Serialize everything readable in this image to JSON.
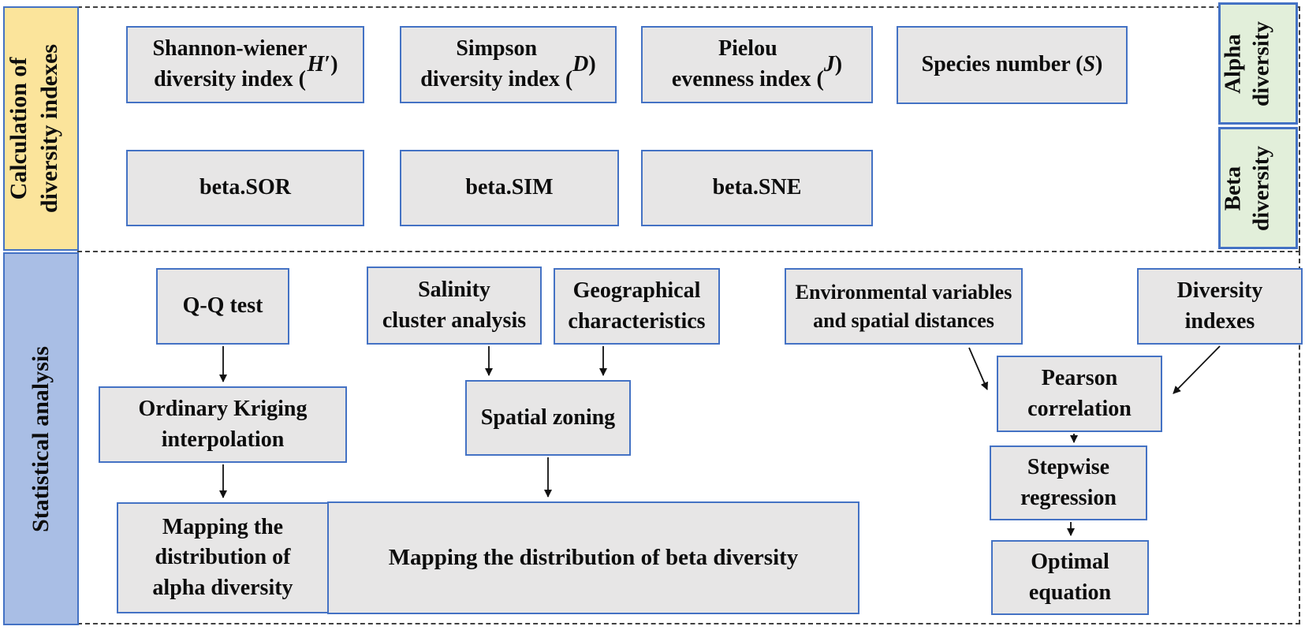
{
  "palette": {
    "box_fill": "#E7E6E6",
    "box_border": "#4472C4",
    "yellow": "#FBE49B",
    "blue": "#A9BEE5",
    "green": "#E2EFDA",
    "dash": "#404040",
    "arrow": "#111111",
    "text": "#0d0d0d"
  },
  "left_panel": {
    "calculation_label": "Calculation of\ndiversity indexes",
    "statistical_label": "Statistical analysis"
  },
  "right_panel": {
    "alpha_label": "Alpha\ndiversity",
    "beta_label": "Beta\ndiversity"
  },
  "calculation_section": {
    "shannon": "Shannon-wiener\ndiversity index (*H*′)",
    "simpson": "Simpson\ndiversity index (*D*)",
    "pielou": "Pielou\nevenness index (*J*)",
    "species": "Species number (*S*)",
    "beta_sor": "beta.SOR",
    "beta_sim": "beta.SIM",
    "beta_sne": "beta.SNE"
  },
  "analysis_section": {
    "qq_test": "Q-Q test",
    "kriging": "Ordinary Kriging\ninterpolation",
    "map_alpha": "Mapping the\ndistribution of\nalpha diversity",
    "salinity": "Salinity\ncluster analysis",
    "geographical": "Geographical\ncharacteristics",
    "spatial_zoning": "Spatial zoning",
    "map_beta": "Mapping the distribution of beta diversity",
    "env_variables": "Environmental variables\nand spatial distances",
    "diversity_indexes": "Diversity\nindexes",
    "pearson": "Pearson\ncorrelation",
    "stepwise": "Stepwise\nregression",
    "optimal": "Optimal\nequation"
  }
}
